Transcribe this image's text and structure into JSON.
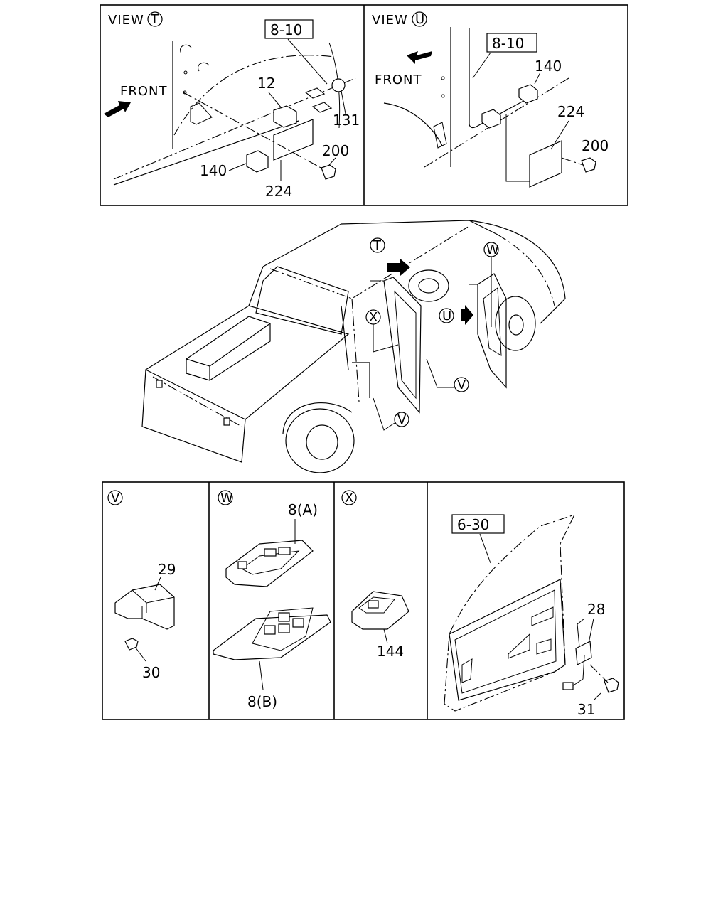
{
  "view_t": {
    "title": "VIEW",
    "badge": "T",
    "front_label": "FRONT",
    "ref_box": "8-10",
    "parts": {
      "p12": "12",
      "p131": "131",
      "p200": "200",
      "p140": "140",
      "p224": "224"
    }
  },
  "view_u": {
    "title": "VIEW",
    "badge": "U",
    "front_label": "FRONT",
    "ref_box": "8-10",
    "parts": {
      "p140": "140",
      "p224": "224",
      "p200": "200"
    }
  },
  "truck": {
    "callouts": {
      "t": "T",
      "u": "U",
      "w": "W",
      "x": "X",
      "v1": "V",
      "v2": "V"
    }
  },
  "panel_v": {
    "badge": "V",
    "parts": {
      "p29": "29",
      "p30": "30"
    }
  },
  "panel_w": {
    "badge": "W",
    "parts": {
      "p8a": "8(A)",
      "p8b": "8(B)"
    }
  },
  "panel_x": {
    "badge": "X",
    "parts": {
      "p144": "144"
    }
  },
  "panel_door": {
    "ref_box": "6-30",
    "parts": {
      "p28": "28",
      "p31": "31"
    }
  }
}
